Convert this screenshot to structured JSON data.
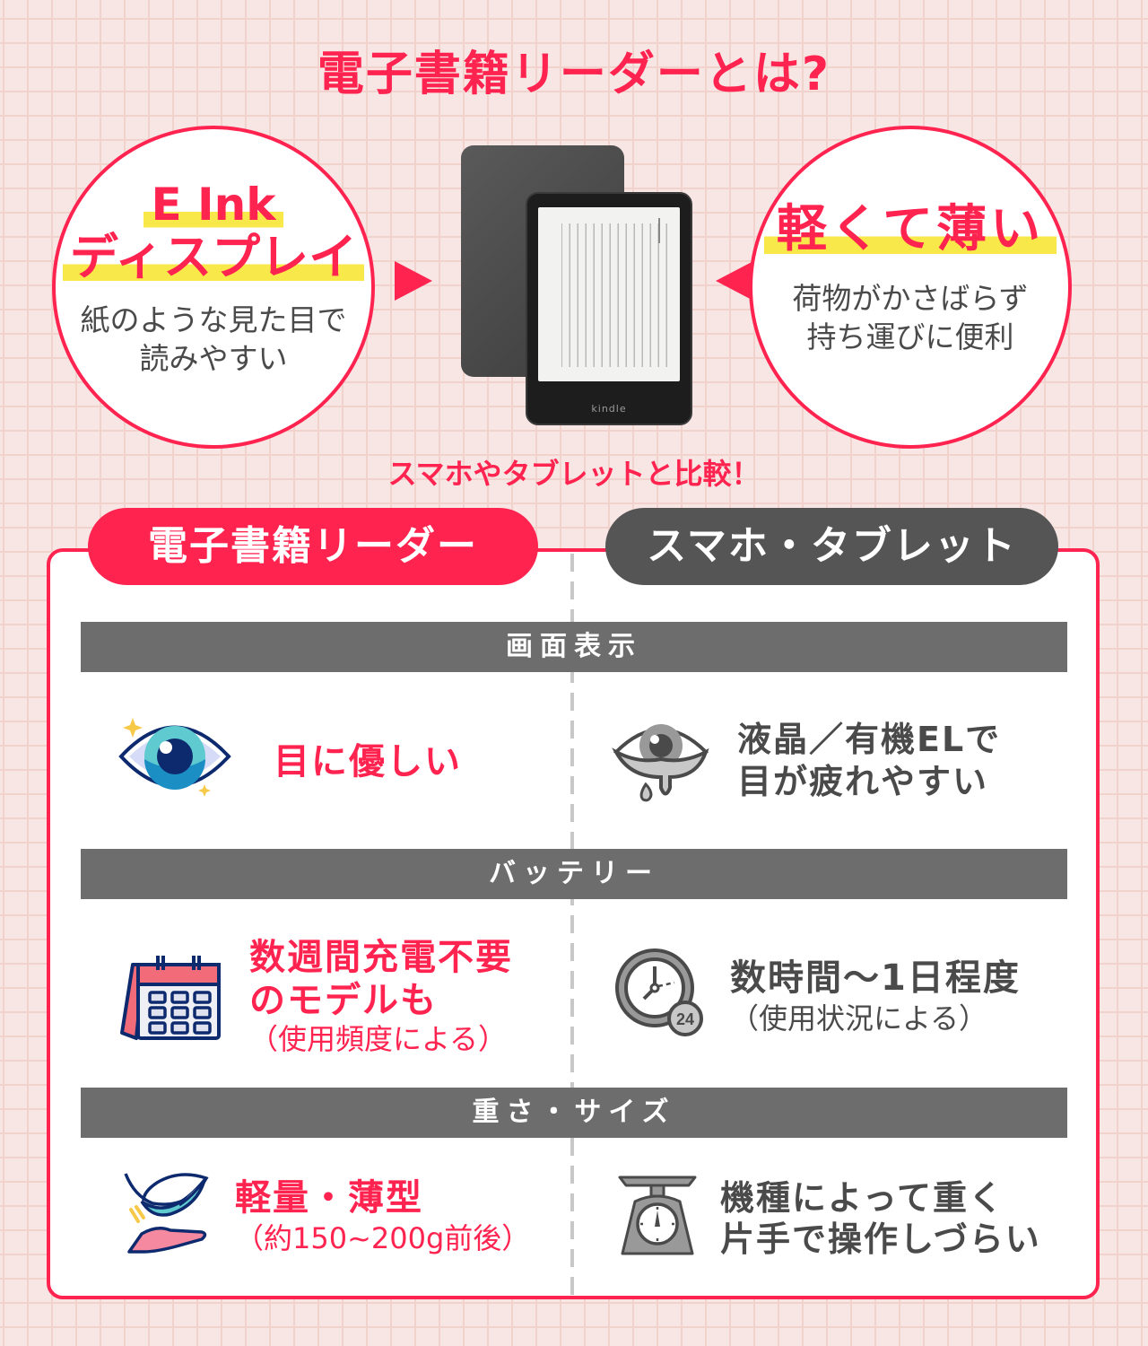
{
  "title": "電子書籍リーダーとは?",
  "features": {
    "left": {
      "headline_line1": "E Ink",
      "headline_line2": "ディスプレイ",
      "desc_line1": "紙のような見た目で",
      "desc_line2": "読みやすい"
    },
    "right": {
      "headline": "軽くて薄い",
      "desc_line1": "荷物がかさばらず",
      "desc_line2": "持ち運びに便利"
    },
    "device": {
      "brand": "kindle"
    }
  },
  "comparison": {
    "lead": "スマホやタブレットと比較！",
    "columns": {
      "left": "電子書籍リーダー",
      "right": "スマホ・タブレット"
    },
    "rows": [
      {
        "category": "画面表示",
        "left": {
          "icon": "eye-sparkle-icon",
          "lines": [
            "目に優しい"
          ],
          "note": ""
        },
        "right": {
          "icon": "tired-eye-icon",
          "lines": [
            "液晶／有機ELで",
            "目が疲れやすい"
          ],
          "note": ""
        }
      },
      {
        "category": "バッテリー",
        "left": {
          "icon": "calendar-icon",
          "lines": [
            "数週間充電不要",
            "のモデルも"
          ],
          "note": "（使用頻度による）"
        },
        "right": {
          "icon": "clock-24-icon",
          "lines": [
            "数時間〜1日程度"
          ],
          "note": "（使用状況による）"
        }
      },
      {
        "category": "重さ・サイズ",
        "left": {
          "icon": "feather-hand-icon",
          "lines": [
            "軽量・薄型"
          ],
          "note": "（約150~200g前後）"
        },
        "right": {
          "icon": "scale-icon",
          "lines": [
            "機種によって重く",
            "片手で操作しづらい"
          ],
          "note": ""
        }
      }
    ]
  },
  "colors": {
    "accent": "#ff2350",
    "highlight": "#f8e84a",
    "dark_gray": "#555555",
    "category_gray": "#6d6d6d",
    "text_gray": "#4a4a4a",
    "background": "#f7e6e4",
    "grid": "#f2d2cd"
  }
}
